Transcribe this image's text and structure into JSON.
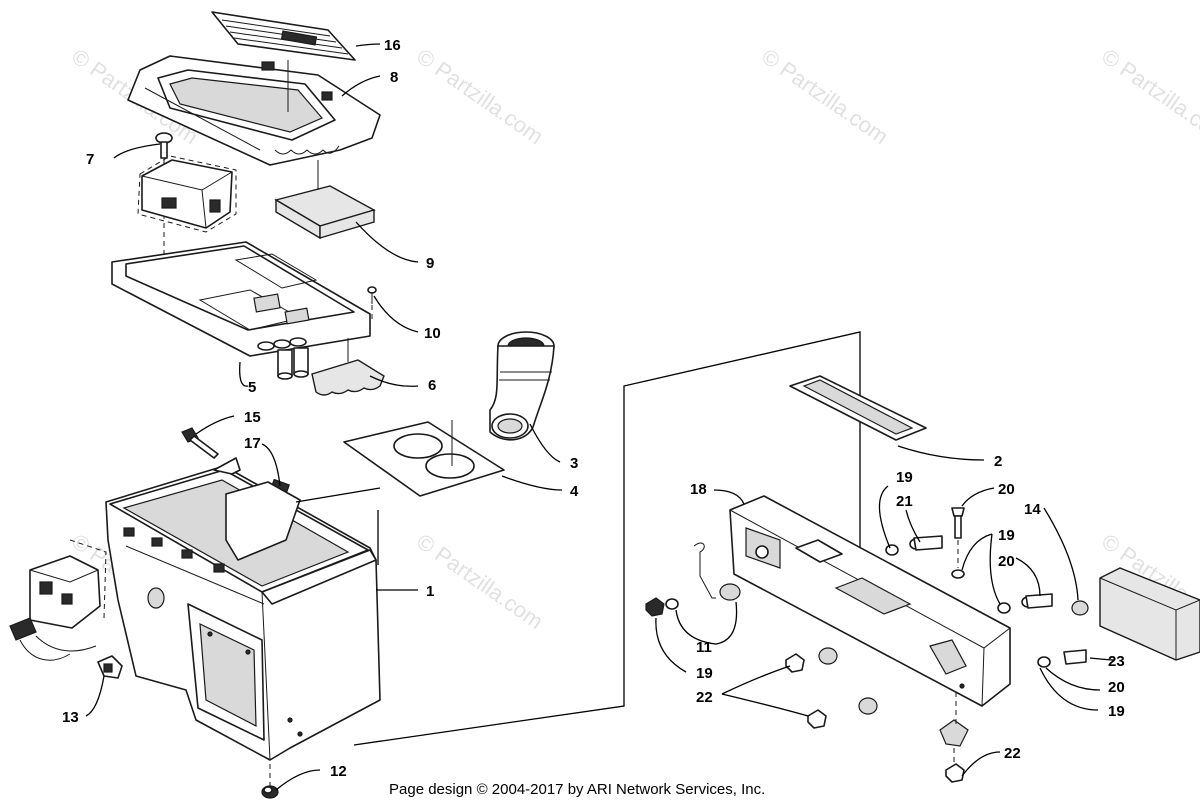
{
  "watermark": "© Partzilla.com",
  "footer": "Page design © 2004-2017 by ARI Network Services, Inc.",
  "callouts": {
    "c1": "1",
    "c2": "2",
    "c3": "3",
    "c4": "4",
    "c5": "5",
    "c6": "6",
    "c7": "7",
    "c8": "8",
    "c9": "9",
    "c10": "10",
    "c11": "11",
    "c12": "12",
    "c13": "13",
    "c14": "14",
    "c15": "15",
    "c16": "16",
    "c17": "17",
    "c18": "18",
    "c19a": "19",
    "c19b": "19",
    "c19c": "19",
    "c19d": "19",
    "c20a": "20",
    "c20b": "20",
    "c20c": "20",
    "c21": "21",
    "c22a": "22",
    "c22b": "22",
    "c23": "23"
  }
}
